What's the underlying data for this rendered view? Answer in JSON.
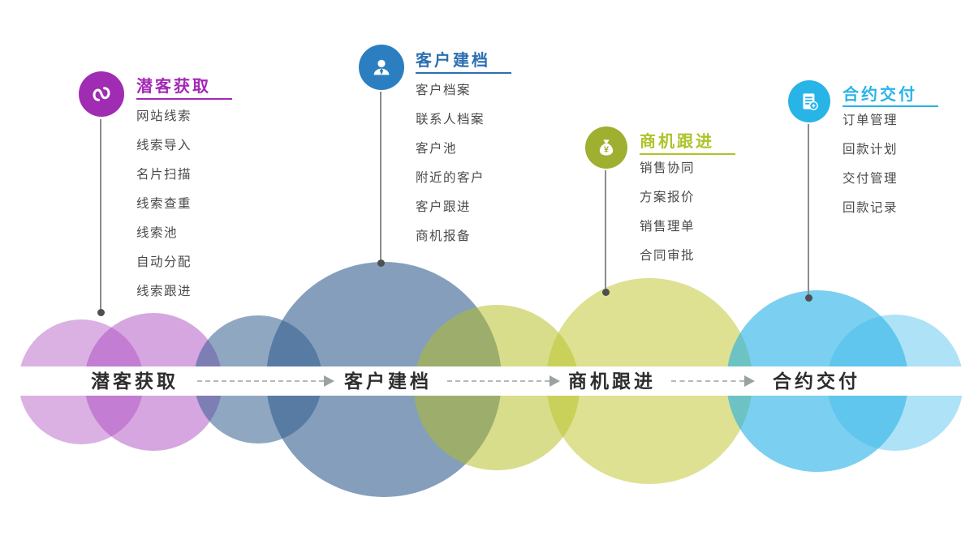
{
  "stages": [
    {
      "title": "潜客获取",
      "band_label": "潜客获取",
      "color": "#A428B6",
      "icon_bg": "#A02CB3",
      "icon": "leads-icon",
      "items": [
        "网站线索",
        "线索导入",
        "名片扫描",
        "线索查重",
        "线索池",
        "自动分配",
        "线索跟进"
      ]
    },
    {
      "title": "客户建档",
      "band_label": "客户建档",
      "color": "#2C6FB2",
      "icon_bg": "#2B7FC0",
      "icon": "customer-icon",
      "items": [
        "客户档案",
        "联系人档案",
        "客户池",
        "附近的客户",
        "客户跟进",
        "商机报备"
      ]
    },
    {
      "title": "商机跟进",
      "band_label": "商机跟进",
      "color": "#AFC32B",
      "icon_bg": "#9FAF2F",
      "icon": "money-bag-icon",
      "items": [
        "销售协同",
        "方案报价",
        "销售理单",
        "合同审批"
      ]
    },
    {
      "title": "合约交付",
      "band_label": "合约交付",
      "color": "#29B4E8",
      "icon_bg": "#29B4E8",
      "icon": "contract-icon",
      "items": [
        "订单管理",
        "回款计划",
        "交付管理",
        "回款记录"
      ]
    }
  ],
  "icons": {
    "yen": "¥"
  }
}
